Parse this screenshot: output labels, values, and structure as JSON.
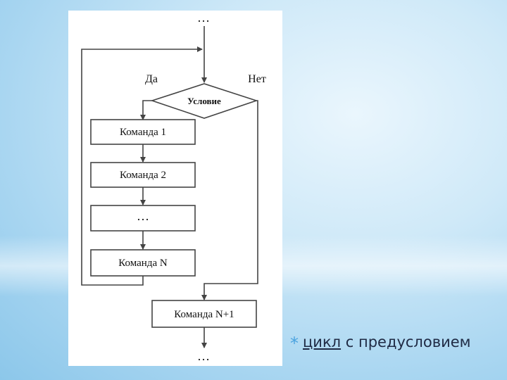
{
  "diagram": {
    "top_dots": "…",
    "bottom_dots": "…",
    "yes_label": "Да",
    "no_label": "Нет",
    "condition": "Условие",
    "cmd1": "Команда 1",
    "cmd2": "Команда 2",
    "cmd_dots": "…",
    "cmdN": "Команда N",
    "cmdN1": "Команда N+1"
  },
  "caption": {
    "marker": "*",
    "word1": "цикл",
    "rest": " с предусловием"
  },
  "colors": {
    "line": "#444444",
    "text": "#111111",
    "accent": "#4aa3df"
  }
}
